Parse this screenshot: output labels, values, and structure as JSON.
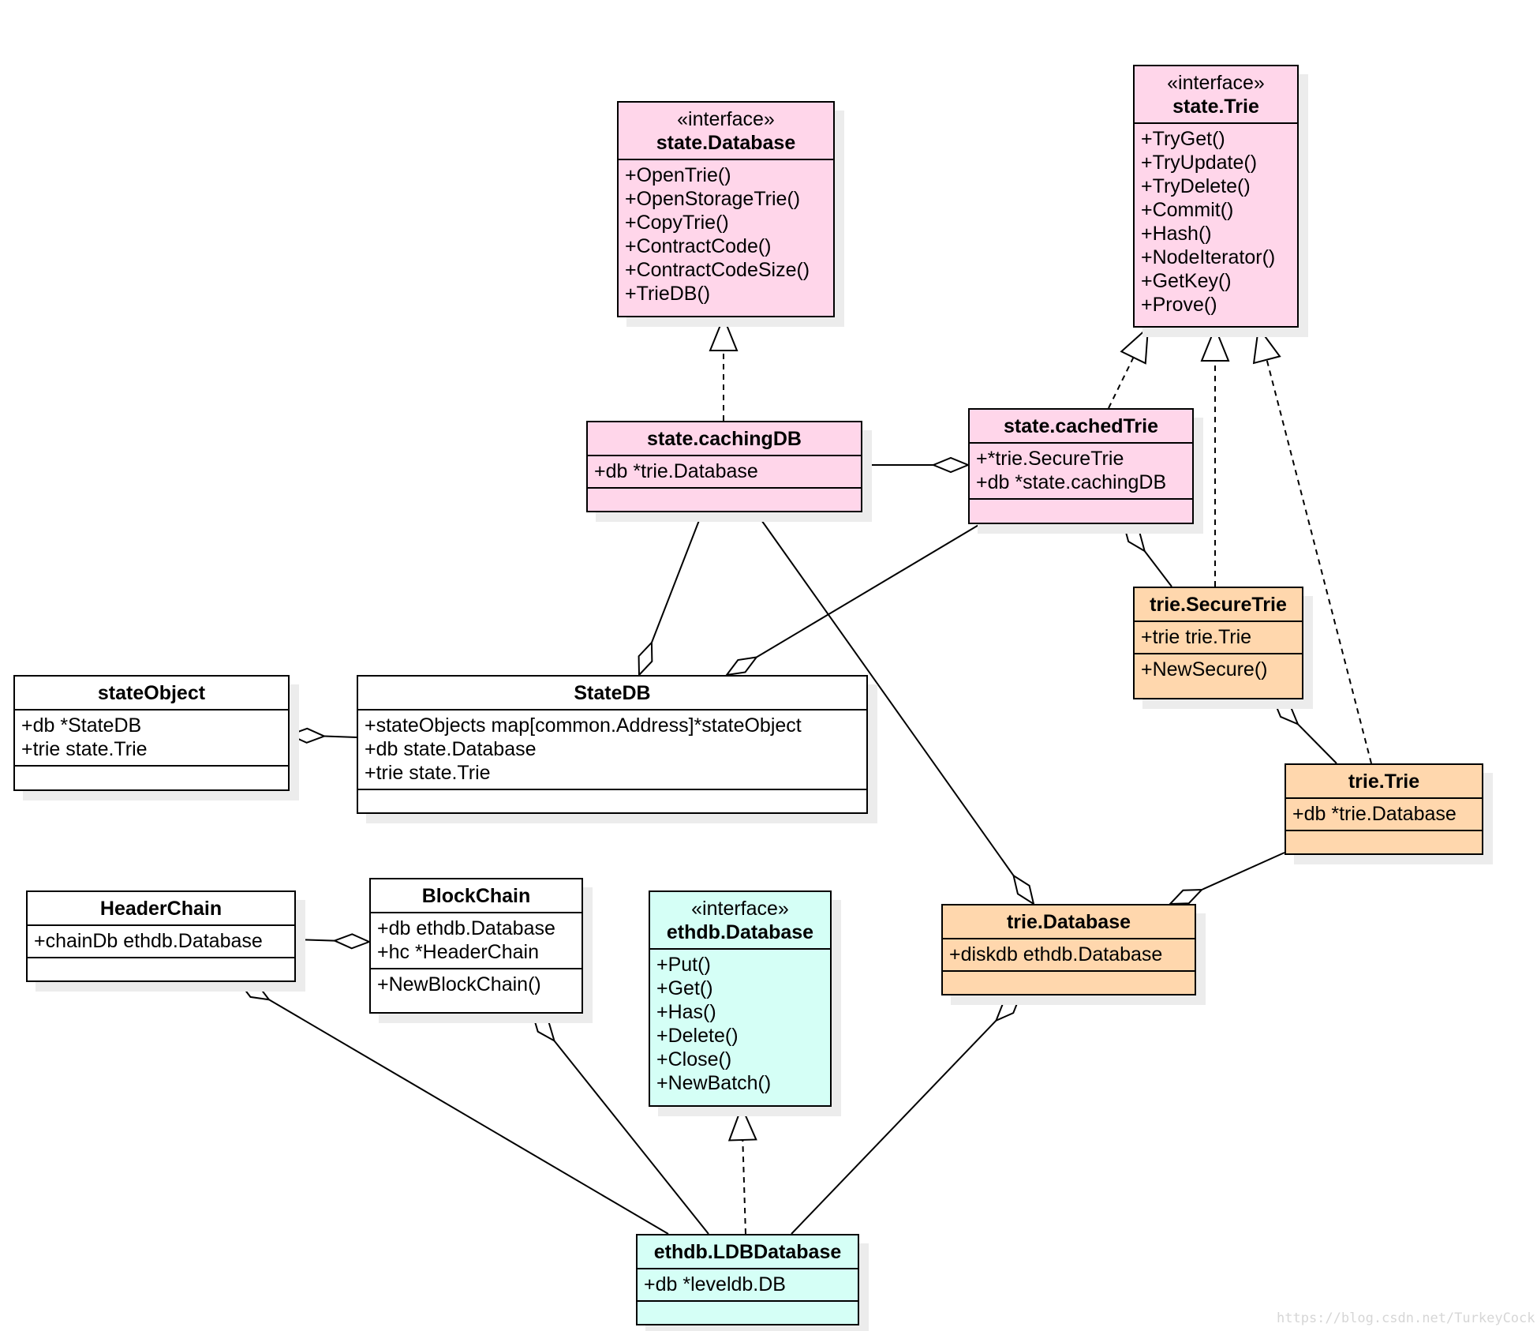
{
  "classes": {
    "state_database": {
      "stereotype": "«interface»",
      "name": "state.Database",
      "methods": [
        "+OpenTrie()",
        "+OpenStorageTrie()",
        "+CopyTrie()",
        "+ContractCode()",
        "+ContractCodeSize()",
        "+TrieDB()"
      ]
    },
    "state_trie": {
      "stereotype": "«interface»",
      "name": "state.Trie",
      "methods": [
        "+TryGet()",
        "+TryUpdate()",
        "+TryDelete()",
        "+Commit()",
        "+Hash()",
        "+NodeIterator()",
        "+GetKey()",
        "+Prove()"
      ]
    },
    "caching_db": {
      "name": "state.cachingDB",
      "fields": [
        "+db *trie.Database"
      ]
    },
    "cached_trie": {
      "name": "state.cachedTrie",
      "fields": [
        "+*trie.SecureTrie",
        "+db *state.cachingDB"
      ]
    },
    "secure_trie": {
      "name": "trie.SecureTrie",
      "fields": [
        "+trie trie.Trie"
      ],
      "methods": [
        "+NewSecure()"
      ]
    },
    "state_object": {
      "name": "stateObject",
      "fields": [
        "+db *StateDB",
        "+trie state.Trie"
      ]
    },
    "state_db": {
      "name": "StateDB",
      "fields": [
        "+stateObjects map[common.Address]*stateObject",
        "+db state.Database",
        "+trie state.Trie"
      ]
    },
    "trie_trie": {
      "name": "trie.Trie",
      "fields": [
        "+db *trie.Database"
      ]
    },
    "header_chain": {
      "name": "HeaderChain",
      "fields": [
        "+chainDb ethdb.Database"
      ]
    },
    "block_chain": {
      "name": "BlockChain",
      "fields": [
        "+db ethdb.Database",
        "+hc *HeaderChain"
      ],
      "methods": [
        "+NewBlockChain()"
      ]
    },
    "ethdb_database": {
      "stereotype": "«interface»",
      "name": "ethdb.Database",
      "methods": [
        "+Put()",
        "+Get()",
        "+Has()",
        "+Delete()",
        "+Close()",
        "+NewBatch()"
      ]
    },
    "trie_database": {
      "name": "trie.Database",
      "fields": [
        "+diskdb ethdb.Database"
      ]
    },
    "ldb_database": {
      "name": "ethdb.LDBDatabase",
      "fields": [
        "+db *leveldb.DB"
      ]
    }
  },
  "relations": [
    {
      "kind": "realization",
      "from": "caching_db",
      "to": "state_database"
    },
    {
      "kind": "realization",
      "from": "cached_trie",
      "to": "state_trie"
    },
    {
      "kind": "realization",
      "from": "secure_trie",
      "to": "state_trie"
    },
    {
      "kind": "realization",
      "from": "trie_trie",
      "to": "state_trie"
    },
    {
      "kind": "realization",
      "from": "ldb_database",
      "to": "ethdb_database"
    },
    {
      "kind": "aggregation",
      "part": "caching_db",
      "whole": "cached_trie"
    },
    {
      "kind": "aggregation",
      "part": "secure_trie",
      "whole": "cached_trie"
    },
    {
      "kind": "aggregation",
      "part": "trie_trie",
      "whole": "secure_trie"
    },
    {
      "kind": "aggregation",
      "part": "caching_db",
      "whole": "state_db"
    },
    {
      "kind": "aggregation",
      "part": "cached_trie",
      "whole": "state_db"
    },
    {
      "kind": "aggregation",
      "part": "state_db",
      "whole": "state_object"
    },
    {
      "kind": "aggregation",
      "part": "caching_db",
      "whole": "trie_database"
    },
    {
      "kind": "aggregation",
      "part": "trie_trie",
      "whole": "trie_database"
    },
    {
      "kind": "aggregation",
      "part": "header_chain",
      "whole": "block_chain"
    },
    {
      "kind": "aggregation",
      "part": "ldb_database",
      "whole": "header_chain"
    },
    {
      "kind": "aggregation",
      "part": "ldb_database",
      "whole": "block_chain"
    },
    {
      "kind": "aggregation",
      "part": "ldb_database",
      "whole": "trie_database"
    }
  ],
  "watermark": "https://blog.csdn.net/TurkeyCock"
}
